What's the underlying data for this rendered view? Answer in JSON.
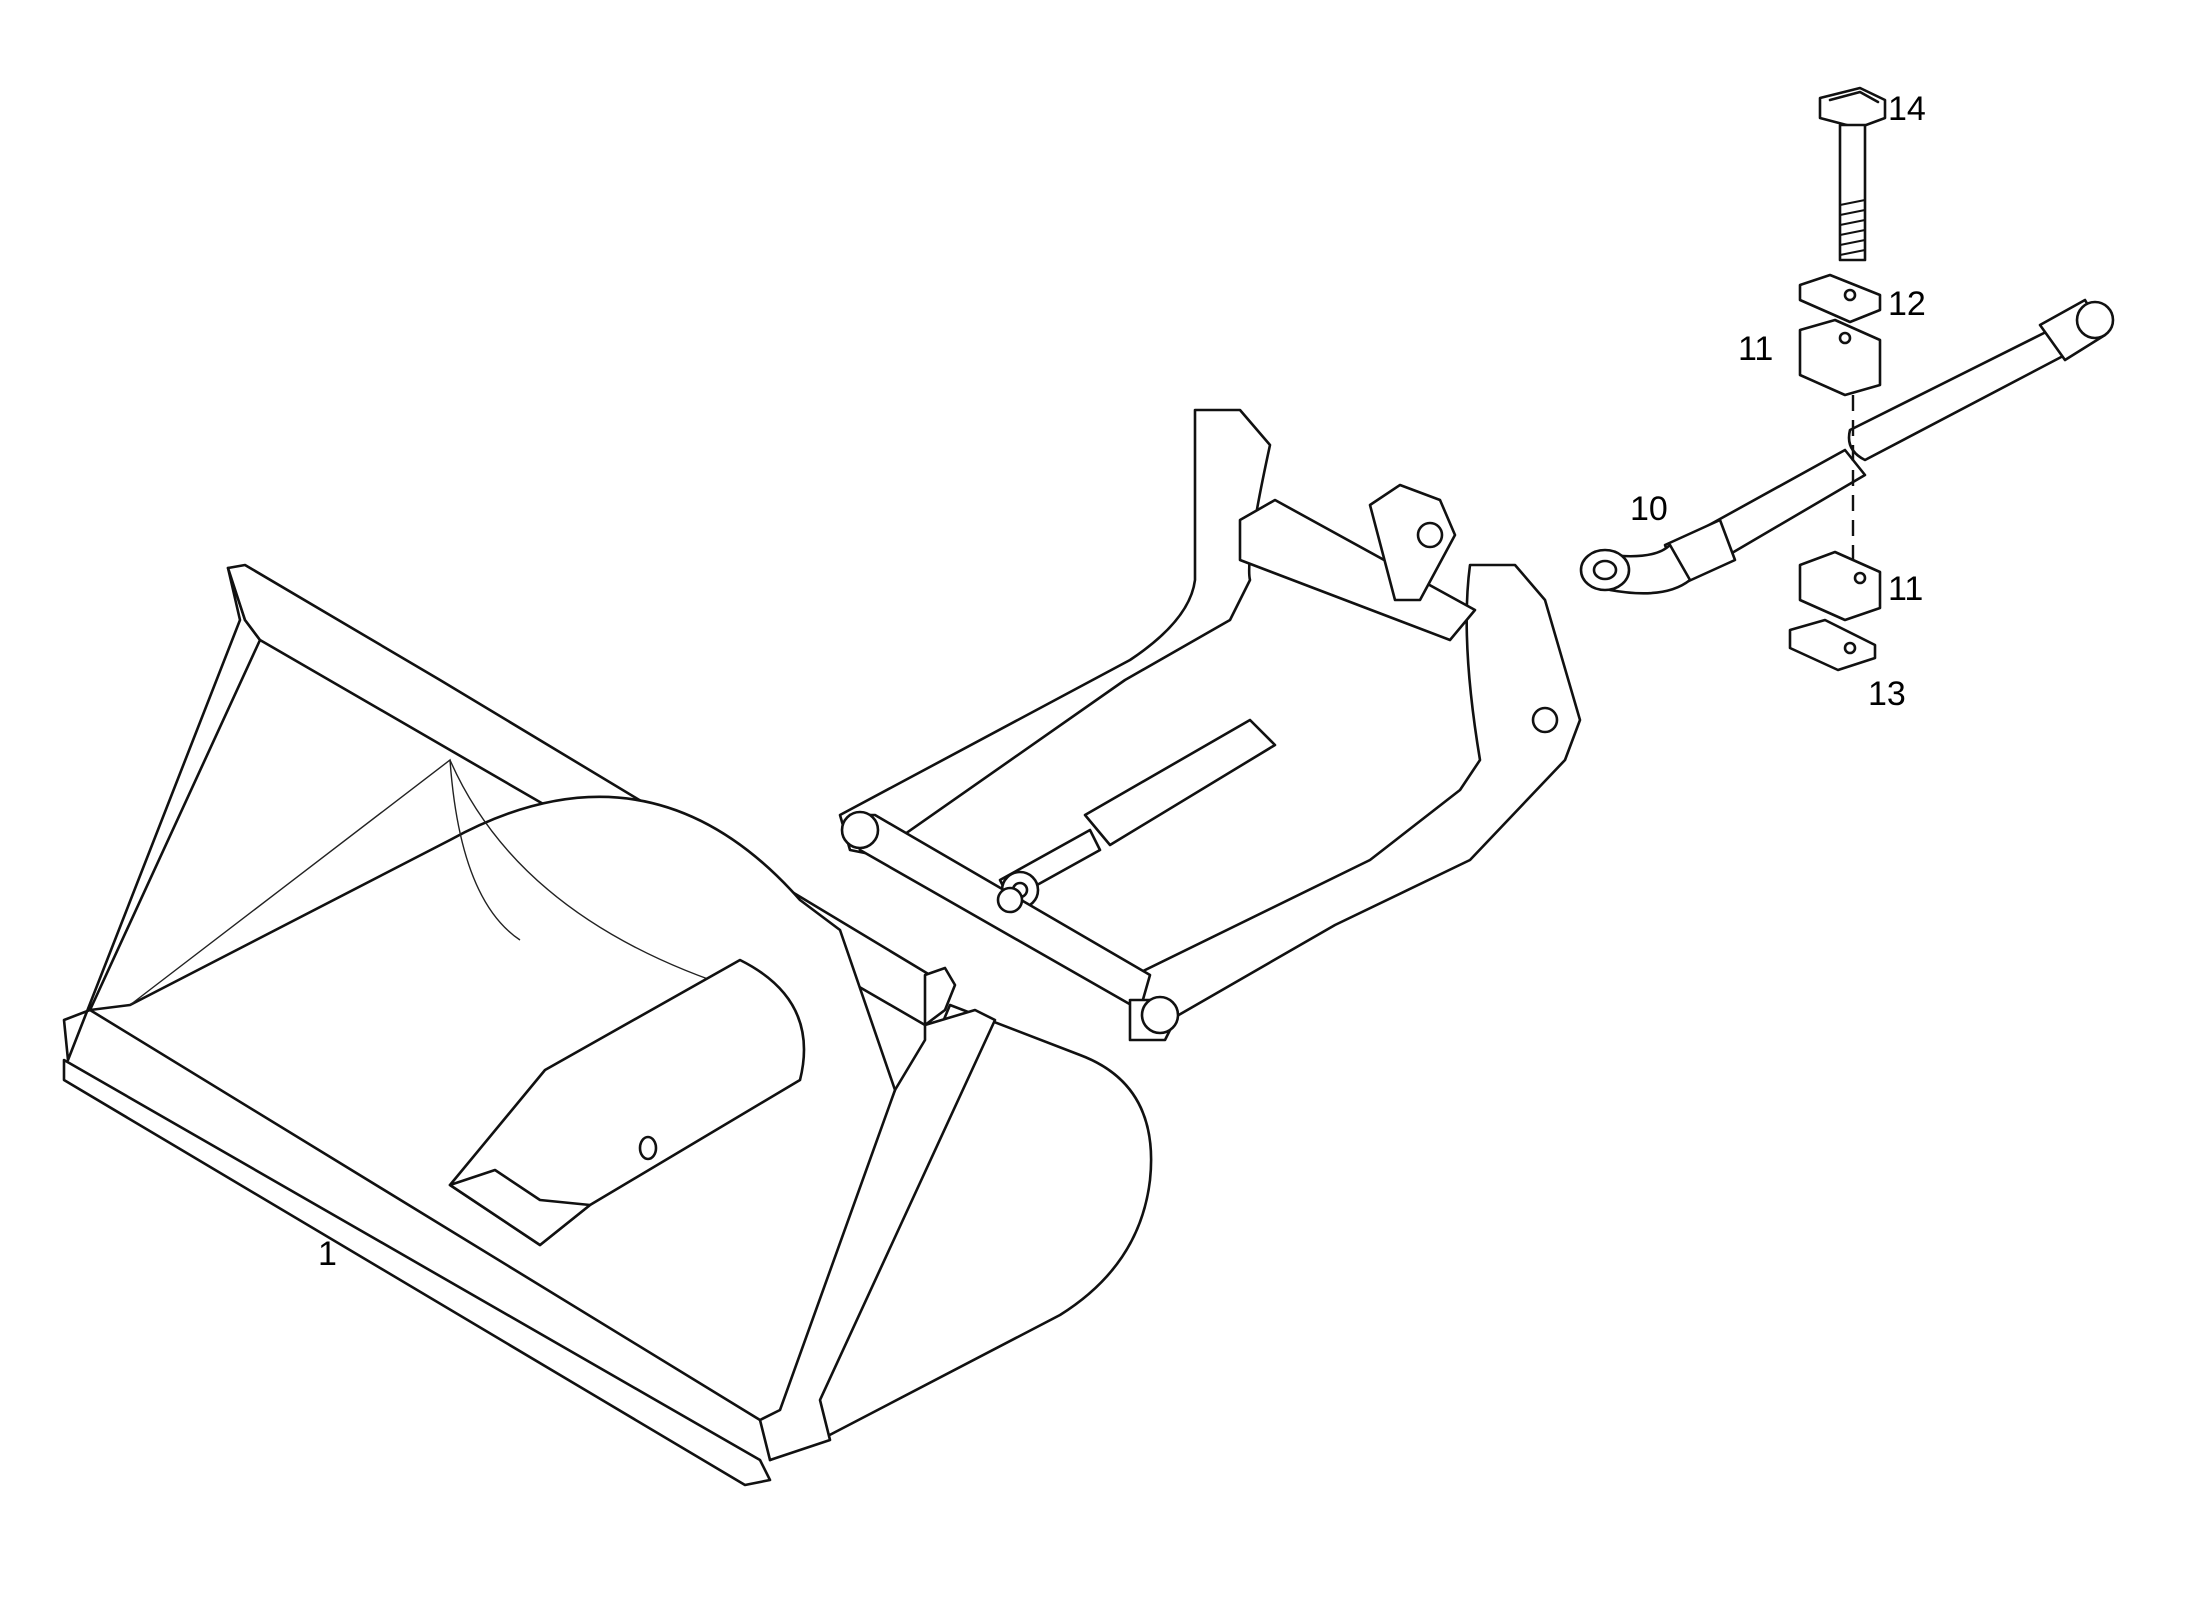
{
  "callouts": {
    "bucket": "1",
    "hose_fitting": "10",
    "clamp_half_upper": "11",
    "clamp_half_lower": "11",
    "cover_plate": "12",
    "bottom_plate": "13",
    "hex_bolt": "14"
  },
  "colors": {
    "line": "#111111",
    "background": "#ffffff"
  }
}
